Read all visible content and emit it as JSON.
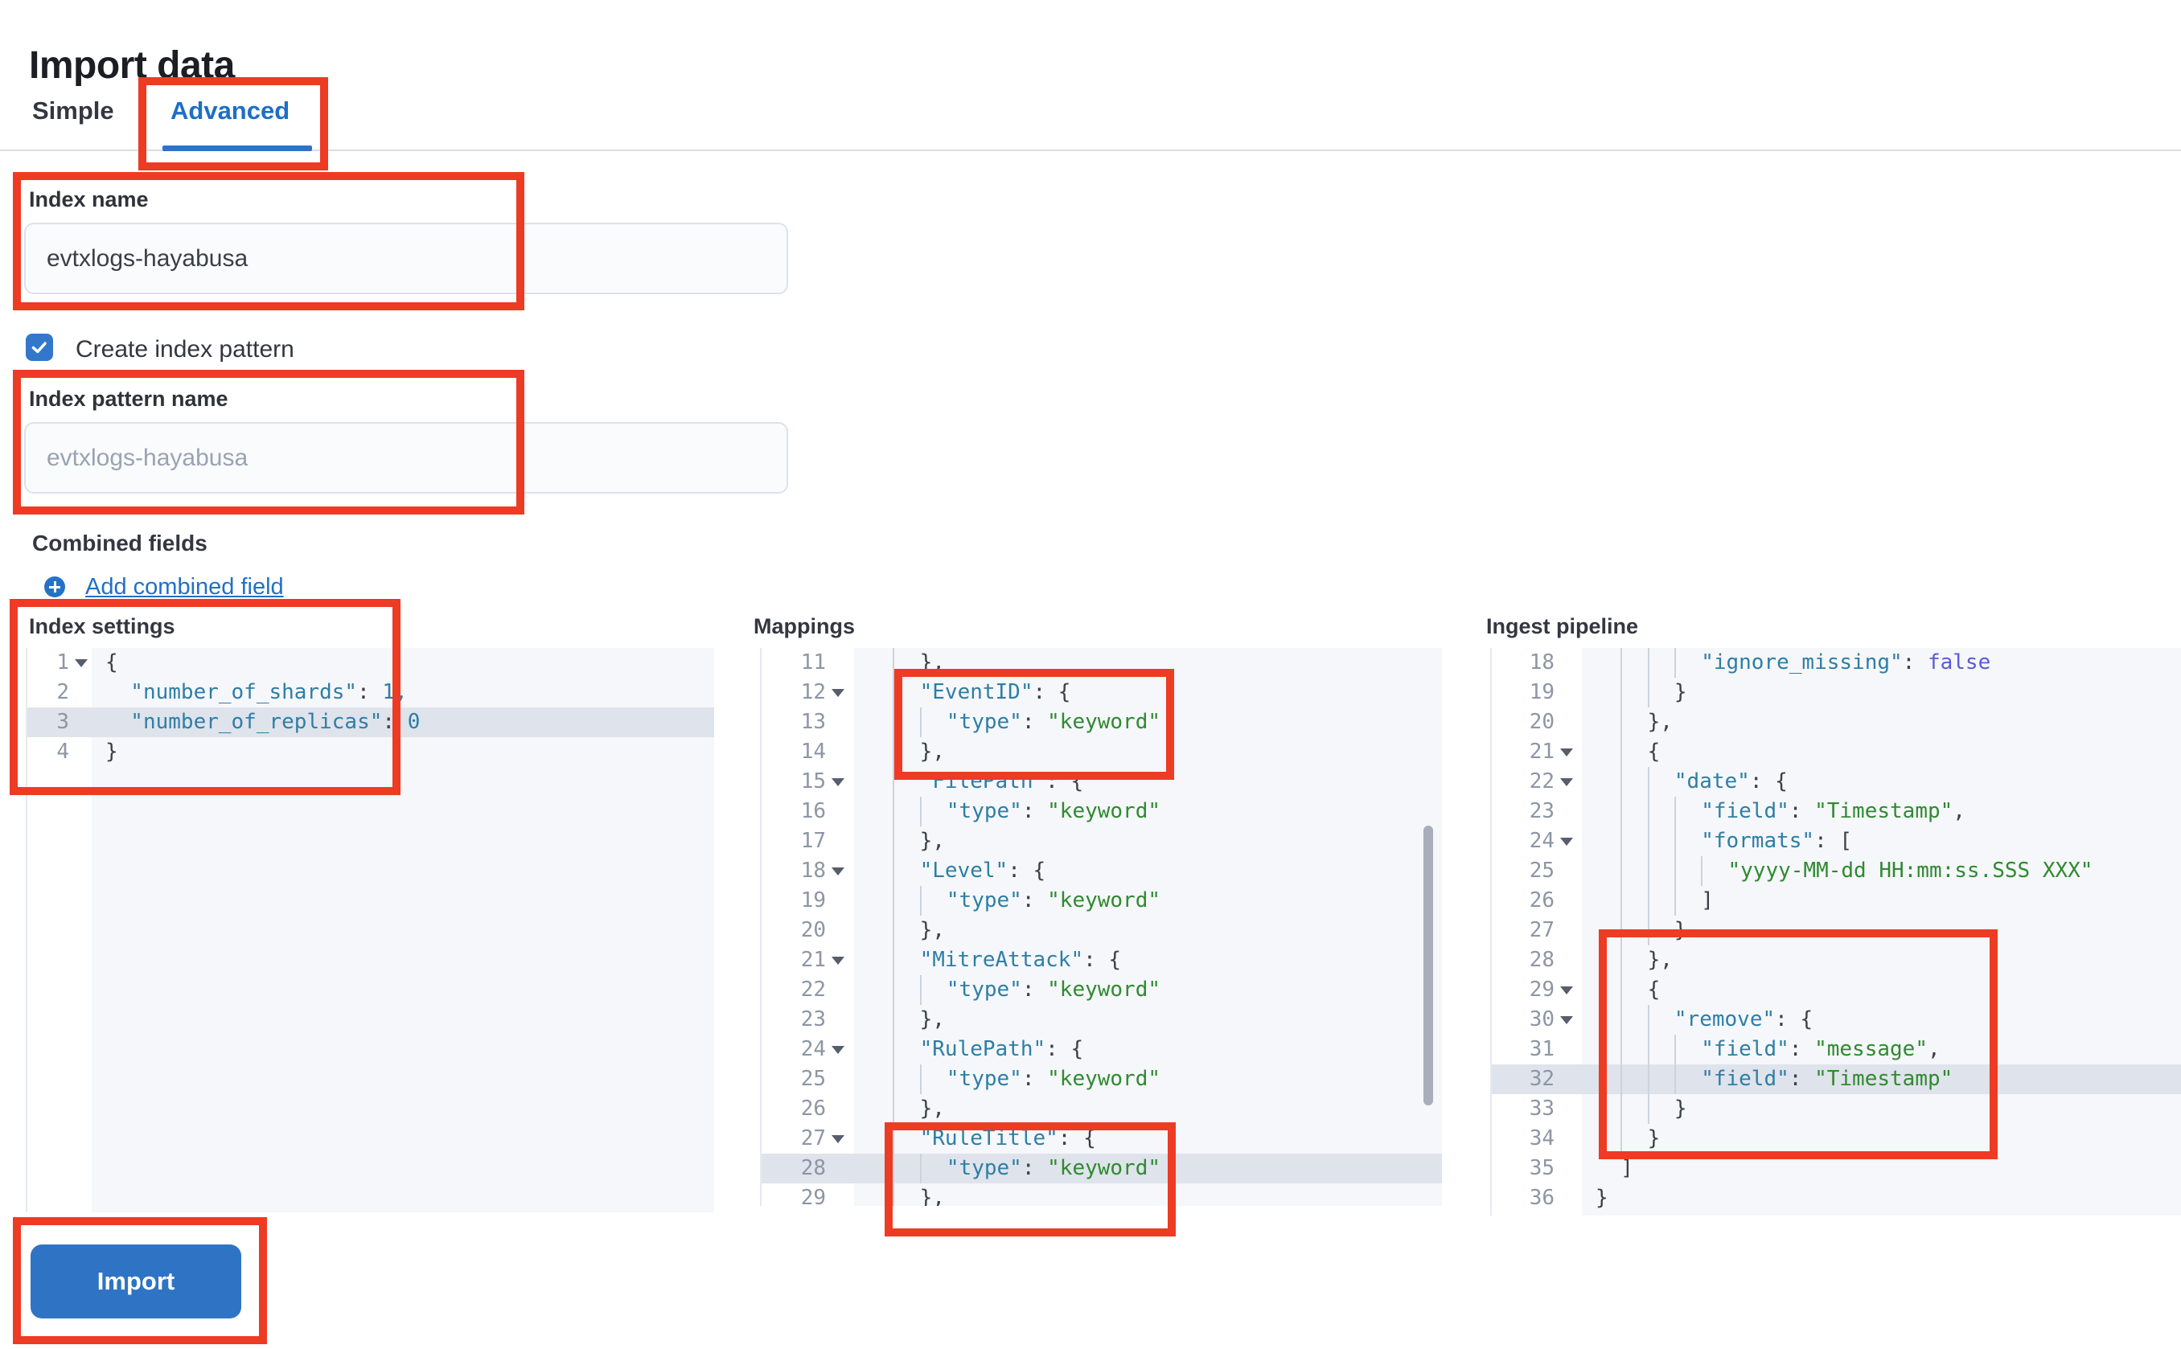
{
  "page": {
    "title": "Import data"
  },
  "tabs": [
    {
      "label": "Simple",
      "active": false
    },
    {
      "label": "Advanced",
      "active": true
    }
  ],
  "form": {
    "index_name": {
      "label": "Index name",
      "value": "evtxlogs-hayabusa"
    },
    "create_index_pattern": {
      "label": "Create index pattern",
      "checked": true
    },
    "index_pattern_name": {
      "label": "Index pattern name",
      "placeholder": "evtxlogs-hayabusa"
    },
    "combined_fields": {
      "label": "Combined fields",
      "add_link": "Add combined field"
    }
  },
  "colors": {
    "tab_active_blue": "#1e6ec6",
    "link_blue": "#2071c7",
    "button_blue": "#2f74c4",
    "annotation_red": "#ed3b24",
    "code_key": "#2e7ea6",
    "code_string": "#2f8a30",
    "code_keyword": "#5a5bd2",
    "active_line": "#dfe3eb"
  },
  "import_button": {
    "label": "Import"
  },
  "editors": [
    {
      "id": "index-settings",
      "label": "Index settings",
      "lines": [
        {
          "n": 1,
          "fold": true,
          "tokens": [
            [
              "d",
              "{"
            ]
          ]
        },
        {
          "n": 2,
          "tokens": [
            [
              "t",
              "  \"number_of_shards\""
            ],
            [
              "d",
              ": "
            ],
            [
              "t",
              "1,"
            ]
          ]
        },
        {
          "n": 3,
          "active": true,
          "tokens": [
            [
              "t",
              "  \"number_of_replicas\""
            ],
            [
              "d",
              ": "
            ],
            [
              "t",
              "0"
            ]
          ]
        },
        {
          "n": 4,
          "tokens": [
            [
              "d",
              "}"
            ]
          ]
        }
      ]
    },
    {
      "id": "mappings",
      "label": "Mappings",
      "lines": [
        {
          "n": 11,
          "g": 1,
          "tokens": [
            [
              "d",
              "  },"
            ]
          ]
        },
        {
          "n": 12,
          "g": 1,
          "fold": true,
          "tokens": [
            [
              "t",
              "  \"EventID\""
            ],
            [
              "d",
              ": {"
            ]
          ]
        },
        {
          "n": 13,
          "g": 2,
          "tokens": [
            [
              "t",
              "  \"type\""
            ],
            [
              "d",
              ": "
            ],
            [
              "g",
              "\"keyword\""
            ]
          ]
        },
        {
          "n": 14,
          "g": 1,
          "tokens": [
            [
              "d",
              "  },"
            ]
          ]
        },
        {
          "n": 15,
          "g": 1,
          "fold": true,
          "tokens": [
            [
              "t",
              "  \"FilePath\""
            ],
            [
              "d",
              ": {"
            ]
          ]
        },
        {
          "n": 16,
          "g": 2,
          "tokens": [
            [
              "t",
              "  \"type\""
            ],
            [
              "d",
              ": "
            ],
            [
              "g",
              "\"keyword\""
            ]
          ]
        },
        {
          "n": 17,
          "g": 1,
          "tokens": [
            [
              "d",
              "  },"
            ]
          ]
        },
        {
          "n": 18,
          "g": 1,
          "fold": true,
          "tokens": [
            [
              "t",
              "  \"Level\""
            ],
            [
              "d",
              ": {"
            ]
          ]
        },
        {
          "n": 19,
          "g": 2,
          "tokens": [
            [
              "t",
              "  \"type\""
            ],
            [
              "d",
              ": "
            ],
            [
              "g",
              "\"keyword\""
            ]
          ]
        },
        {
          "n": 20,
          "g": 1,
          "tokens": [
            [
              "d",
              "  },"
            ]
          ]
        },
        {
          "n": 21,
          "g": 1,
          "fold": true,
          "tokens": [
            [
              "t",
              "  \"MitreAttack\""
            ],
            [
              "d",
              ": {"
            ]
          ]
        },
        {
          "n": 22,
          "g": 2,
          "tokens": [
            [
              "t",
              "  \"type\""
            ],
            [
              "d",
              ": "
            ],
            [
              "g",
              "\"keyword\""
            ]
          ]
        },
        {
          "n": 23,
          "g": 1,
          "tokens": [
            [
              "d",
              "  },"
            ]
          ]
        },
        {
          "n": 24,
          "g": 1,
          "fold": true,
          "tokens": [
            [
              "t",
              "  \"RulePath\""
            ],
            [
              "d",
              ": {"
            ]
          ]
        },
        {
          "n": 25,
          "g": 2,
          "tokens": [
            [
              "t",
              "  \"type\""
            ],
            [
              "d",
              ": "
            ],
            [
              "g",
              "\"keyword\""
            ]
          ]
        },
        {
          "n": 26,
          "g": 1,
          "tokens": [
            [
              "d",
              "  },"
            ]
          ]
        },
        {
          "n": 27,
          "g": 1,
          "fold": true,
          "tokens": [
            [
              "t",
              "  \"RuleTitle\""
            ],
            [
              "d",
              ": {"
            ]
          ]
        },
        {
          "n": 28,
          "g": 2,
          "active": true,
          "tokens": [
            [
              "t",
              "  \"type\""
            ],
            [
              "d",
              ": "
            ],
            [
              "g",
              "\"keyword\""
            ]
          ]
        },
        {
          "n": 29,
          "g": 1,
          "tokens": [
            [
              "d",
              "  },"
            ]
          ]
        }
      ]
    },
    {
      "id": "ingest-pipeline",
      "label": "Ingest pipeline",
      "lines": [
        {
          "n": 18,
          "g": 3,
          "tokens": [
            [
              "t",
              "  \"ignore_missing\""
            ],
            [
              "d",
              ": "
            ],
            [
              "v",
              "false"
            ]
          ]
        },
        {
          "n": 19,
          "g": 2,
          "tokens": [
            [
              "d",
              "  }"
            ]
          ]
        },
        {
          "n": 20,
          "g": 1,
          "tokens": [
            [
              "d",
              "  },"
            ]
          ]
        },
        {
          "n": 21,
          "g": 1,
          "fold": true,
          "tokens": [
            [
              "d",
              "  {"
            ]
          ]
        },
        {
          "n": 22,
          "g": 2,
          "fold": true,
          "tokens": [
            [
              "t",
              "  \"date\""
            ],
            [
              "d",
              ": {"
            ]
          ]
        },
        {
          "n": 23,
          "g": 3,
          "tokens": [
            [
              "t",
              "  \"field\""
            ],
            [
              "d",
              ": "
            ],
            [
              "g",
              "\"Timestamp\""
            ],
            [
              "d",
              ","
            ]
          ]
        },
        {
          "n": 24,
          "g": 3,
          "fold": true,
          "tokens": [
            [
              "t",
              "  \"formats\""
            ],
            [
              "d",
              ": ["
            ]
          ]
        },
        {
          "n": 25,
          "g": 4,
          "tokens": [
            [
              "g",
              "  \"yyyy-MM-dd HH:mm:ss.SSS XXX\""
            ]
          ]
        },
        {
          "n": 26,
          "g": 3,
          "tokens": [
            [
              "d",
              "  ]"
            ]
          ]
        },
        {
          "n": 27,
          "g": 2,
          "tokens": [
            [
              "d",
              "  }"
            ]
          ]
        },
        {
          "n": 28,
          "g": 1,
          "tokens": [
            [
              "d",
              "  },"
            ]
          ]
        },
        {
          "n": 29,
          "g": 1,
          "fold": true,
          "tokens": [
            [
              "d",
              "  {"
            ]
          ]
        },
        {
          "n": 30,
          "g": 2,
          "fold": true,
          "tokens": [
            [
              "t",
              "  \"remove\""
            ],
            [
              "d",
              ": {"
            ]
          ]
        },
        {
          "n": 31,
          "g": 3,
          "tokens": [
            [
              "t",
              "  \"field\""
            ],
            [
              "d",
              ": "
            ],
            [
              "g",
              "\"message\""
            ],
            [
              "d",
              ","
            ]
          ]
        },
        {
          "n": 32,
          "g": 3,
          "active": true,
          "tokens": [
            [
              "t",
              "  \"field\""
            ],
            [
              "d",
              ": "
            ],
            [
              "g",
              "\"Timestamp\""
            ]
          ]
        },
        {
          "n": 33,
          "g": 2,
          "tokens": [
            [
              "d",
              "  }"
            ]
          ]
        },
        {
          "n": 34,
          "g": 1,
          "tokens": [
            [
              "d",
              "  }"
            ]
          ]
        },
        {
          "n": 35,
          "tokens": [
            [
              "d",
              "  ]"
            ]
          ]
        },
        {
          "n": 36,
          "tokens": [
            [
              "d",
              "}"
            ]
          ]
        }
      ]
    }
  ]
}
